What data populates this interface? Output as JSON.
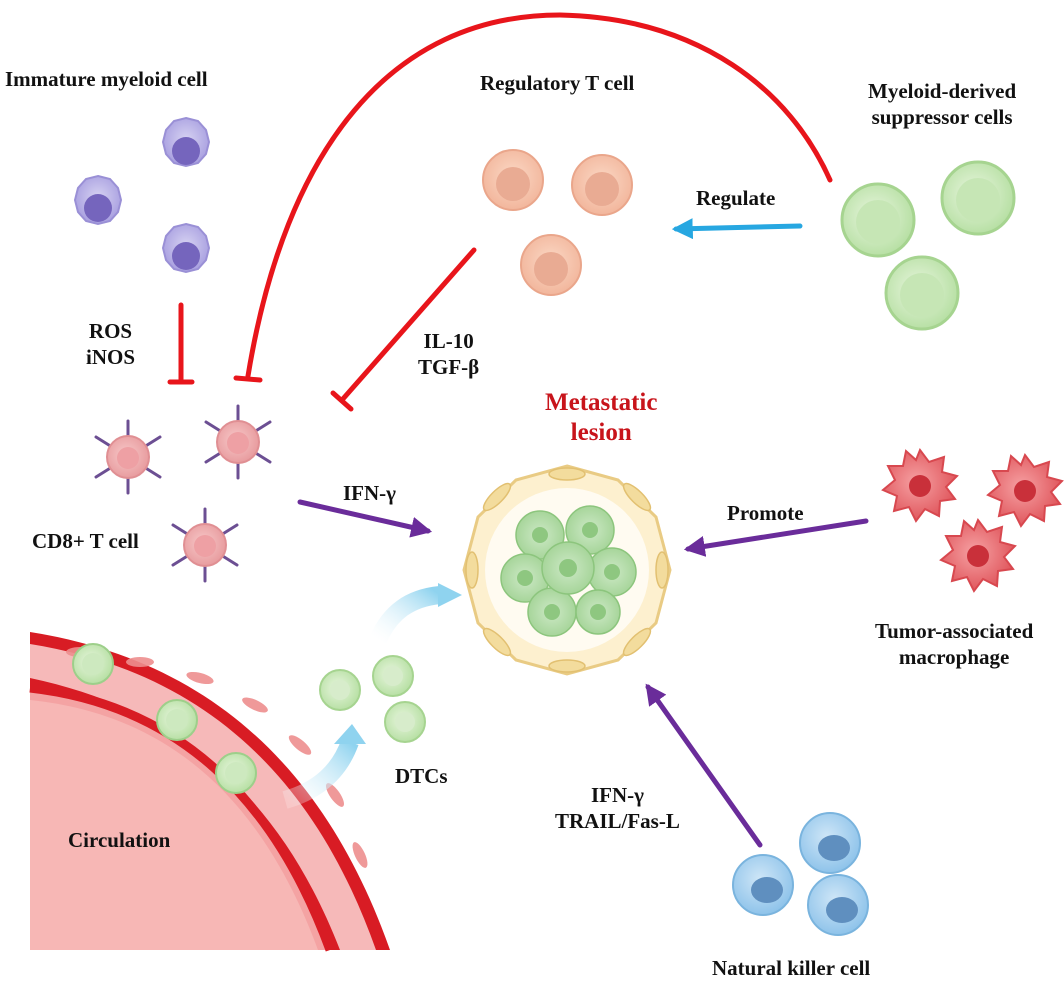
{
  "colors": {
    "inhibit": "#e8151b",
    "promote": "#6a2c9a",
    "regulate": "#27a7e1",
    "title_red": "#c8141b",
    "vessel_outer": "#d81c24",
    "vessel_inner": "#f6b3b3"
  },
  "labels": {
    "immature_myeloid": "Immature myeloid cell",
    "regulatory_t": "Regulatory T cell",
    "mdsc_line1": "Myeloid-derived",
    "mdsc_line2": "suppressor cells",
    "regulate": "Regulate",
    "ros": "ROS",
    "inos": "iNOS",
    "il10": "IL-10",
    "tgfb": "TGF-β",
    "metastatic_line1": "Metastatic",
    "metastatic_line2": "lesion",
    "ifng_top": "IFN-γ",
    "cd8": "CD8+ T cell",
    "promote": "Promote",
    "tam_line1": "Tumor-associated",
    "tam_line2": "macrophage",
    "dtcs": "DTCs",
    "ifng_nk": "IFN-γ",
    "trail": "TRAIL/Fas-L",
    "circulation": "Circulation",
    "nk": "Natural killer cell"
  },
  "icons": [
    "immature-myeloid-cell-icon",
    "regulatory-t-cell-icon",
    "mdsc-cell-icon",
    "cd8-t-cell-icon",
    "metastatic-lesion-icon",
    "tumor-associated-macrophage-icon",
    "dtc-cell-icon",
    "blood-vessel-icon",
    "nk-cell-icon"
  ]
}
